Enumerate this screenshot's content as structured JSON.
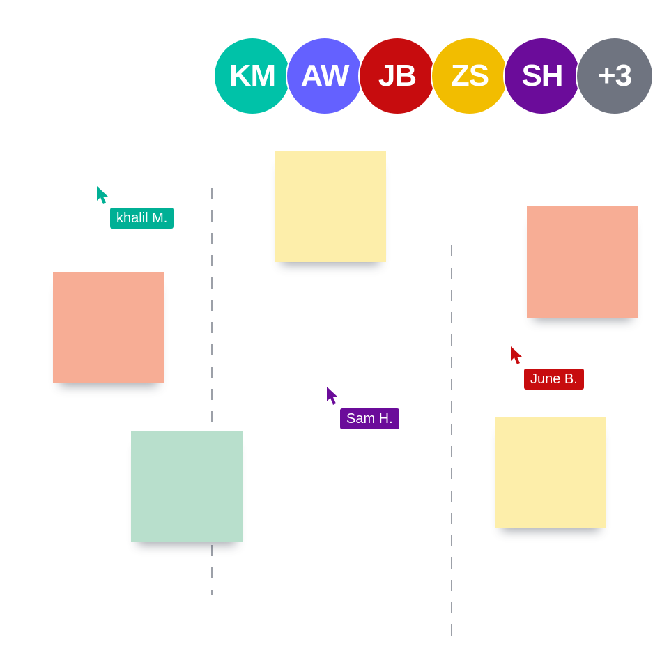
{
  "presence": {
    "avatars": [
      {
        "initials": "KM",
        "color": "#00C2A8"
      },
      {
        "initials": "AW",
        "color": "#6461FF"
      },
      {
        "initials": "JB",
        "color": "#C70C0E"
      },
      {
        "initials": "ZS",
        "color": "#F2BD00"
      },
      {
        "initials": "SH",
        "color": "#6B0C9A"
      },
      {
        "initials": "+3",
        "color": "#6F7480"
      }
    ]
  },
  "notes": [
    {
      "color": "#FDEEAA"
    },
    {
      "color": "#F7AD95"
    },
    {
      "color": "#F7AD95"
    },
    {
      "color": "#B8DFCC"
    },
    {
      "color": "#FDEEAA"
    }
  ],
  "cursors": [
    {
      "name": "khalil M.",
      "color": "#00B095"
    },
    {
      "name": "Sam H.",
      "color": "#6B0C9A"
    },
    {
      "name": "June B.",
      "color": "#C70C0E"
    }
  ]
}
